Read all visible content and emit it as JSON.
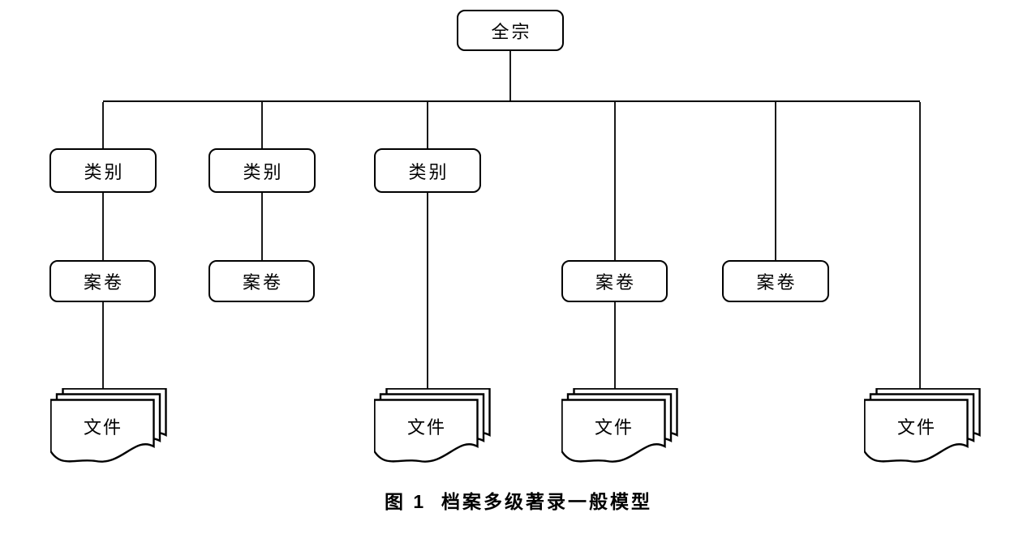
{
  "diagram": {
    "caption": "图 1  档案多级著录一般模型",
    "root": {
      "label": "全宗"
    },
    "categories": [
      {
        "label": "类别"
      },
      {
        "label": "类别"
      },
      {
        "label": "类别"
      }
    ],
    "folders": [
      {
        "label": "案卷"
      },
      {
        "label": "案卷"
      },
      {
        "label": "案卷"
      },
      {
        "label": "案卷"
      }
    ],
    "documents": [
      {
        "label": "文件"
      },
      {
        "label": "文件"
      },
      {
        "label": "文件"
      },
      {
        "label": "文件"
      }
    ],
    "colors": {
      "line": "#000000",
      "background": "#ffffff",
      "text": "#000000"
    }
  }
}
